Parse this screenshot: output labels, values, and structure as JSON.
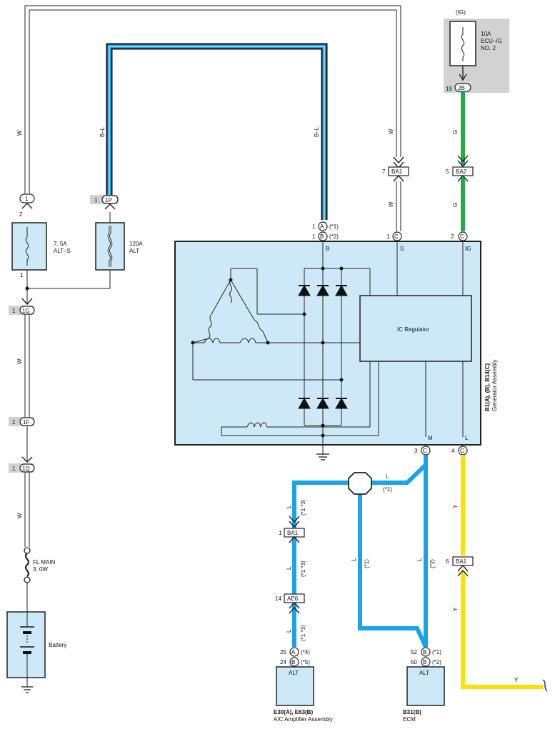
{
  "power_source": {
    "ig_label": "(IG)",
    "fuse_ecu_ig_rating": "10A",
    "fuse_ecu_ig_name_1": "ECU–IG",
    "fuse_ecu_ig_name_2": "NO. 2",
    "pin_19": "19",
    "pin_2B": "2B"
  },
  "wire_colors": {
    "w_left_top": "W",
    "bl_left": "B–L",
    "bl_right": "B–L",
    "w_s_top": "W",
    "w_s_bottom": "W",
    "g_top": "G",
    "g_bottom": "G",
    "w_left_mid": "W",
    "w_left_low": "W",
    "l_top": "L",
    "l_top_note": "(*1)",
    "l_left_1": "L",
    "l_left_1_note": "(*1 *3)",
    "l_left_2": "L",
    "l_left_2_note": "(*1 *3)",
    "l_left_3": "L",
    "l_left_3_note": "(*1 *3)",
    "l_mid": "L",
    "l_mid_note": "(*1)",
    "l_right": "L",
    "l_right_note": "(*2)",
    "y_top": "Y",
    "y_mid": "Y",
    "y_bottom": "Y"
  },
  "fuses": {
    "alt_s_rating": "7. 5A",
    "alt_s_name": "ALT–S",
    "alt_rating": "120A",
    "alt_name": "ALT",
    "fl_main_name": "FL MAIN",
    "fl_main_rating": "3. 0W"
  },
  "junctions": {
    "pin_1_top": "1",
    "pin_2_top": "2",
    "pin_1P_num": "1",
    "pin_1P": "1P",
    "pin_1_low": "1",
    "pin_1G_num": "1",
    "pin_1G": "1G",
    "pin_1F_num": "1",
    "pin_1F": "1F",
    "pin_1Q_num": "1",
    "pin_1Q": "1Q",
    "ba1_s_num": "7",
    "ba1_s": "BA1",
    "ba2_num": "5",
    "ba2": "BA2",
    "ba1_left_num": "1",
    "ba1_left": "BA1",
    "ae6_num": "14",
    "ae6": "AE6",
    "ba1_y_num": "6",
    "ba1_y": "BA1"
  },
  "generator": {
    "pin_b_a_num": "1",
    "pin_b_a": "A",
    "pin_b_a_note": "(*1)",
    "pin_b_b_num": "1",
    "pin_b_b": "B",
    "pin_b_b_note": "(*2)",
    "pin_s_num": "1",
    "pin_s": "C",
    "pin_ig_num": "2",
    "pin_ig": "C",
    "term_b": "B",
    "term_s": "S",
    "term_ig": "IG",
    "term_m": "M",
    "term_l": "L",
    "regulator": "IC Regulator",
    "pin_m_num": "3",
    "pin_m": "C",
    "pin_l_num": "4",
    "pin_l": "C",
    "id": "B1(A), (B), B14(C)",
    "name": "Generator Assembly"
  },
  "battery": {
    "label": "Battery"
  },
  "ac_amp": {
    "pin_25": "25",
    "pin_25_conn": "A",
    "pin_25_note": "(*4)",
    "pin_24": "24",
    "pin_24_conn": "B",
    "pin_24_note": "(*5)",
    "term": "ALT",
    "id": "E30(A), E63(B)",
    "name": "A/C Amplifier Assembly"
  },
  "ecm": {
    "pin_52": "52",
    "pin_52_conn": "B",
    "pin_52_note": "(*1)",
    "pin_50": "50",
    "pin_50_conn": "B",
    "pin_50_note": "(*2)",
    "term": "ALT",
    "id": "B31(B)",
    "name": "ECM"
  },
  "colors": {
    "wire_blue": "#1aa3e8",
    "wire_green": "#22aa44",
    "wire_yellow": "#ffe000",
    "component_fill": "#cde9f7",
    "ig_box": "#d2d2d2"
  }
}
